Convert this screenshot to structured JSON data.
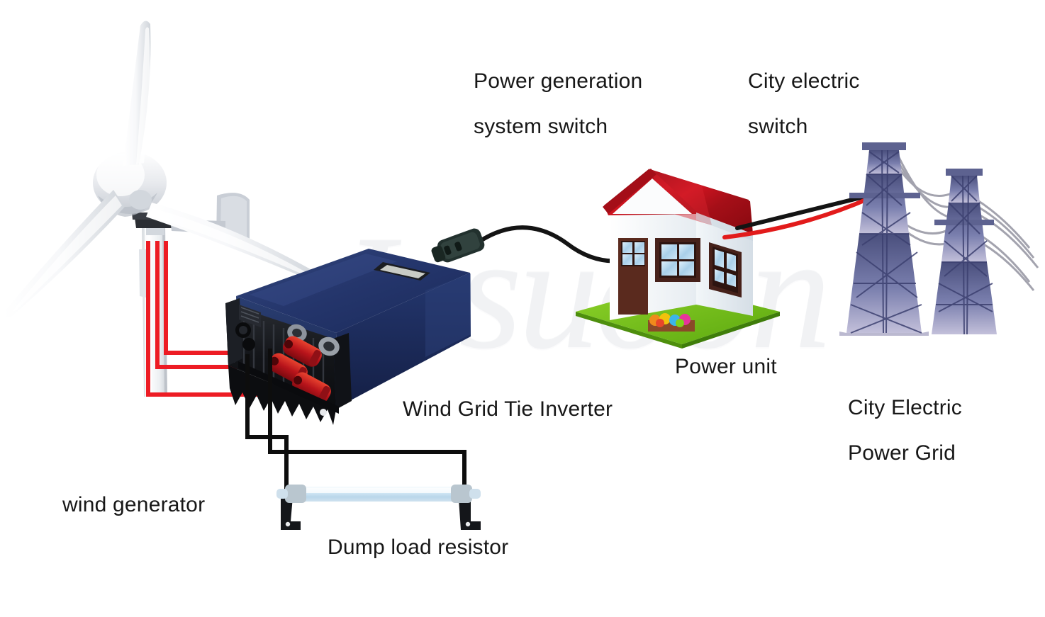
{
  "diagram": {
    "title": "Wind turbine grid-tie system wiring diagram",
    "background": "#ffffff",
    "watermark": "Jesuoon"
  },
  "labels": {
    "power_generation_switch": "Power generation\nsystem switch",
    "power_generation_switch_line1": "Power generation",
    "power_generation_switch_line2": "system switch",
    "city_electric_switch_line1": "City electric",
    "city_electric_switch_line2": "switch",
    "power_unit": "Power unit",
    "wind_grid_tie_inverter": "Wind Grid Tie Inverter",
    "city_electric_power_grid_line1": "City Electric",
    "city_electric_power_grid_line2": "Power Grid",
    "wind_generator": "wind generator",
    "dump_load_resistor": "Dump load resistor"
  },
  "components": {
    "turbine": {
      "name": "wind turbine",
      "blade_color": "#f4f5f7",
      "hub_color": "#dfe2e6",
      "mast_color": "#eef0f2"
    },
    "inverter": {
      "name": "wind grid tie inverter",
      "body_color": "#1f3163",
      "top_color": "#2c4177",
      "heatsink_color": "#15171c",
      "terminal_color": "#c41c1c",
      "display_color": "#c9ccc6"
    },
    "resistor": {
      "name": "dump load resistor",
      "tube_color": "#cfe3f2",
      "cap_color": "#b9c6cf",
      "bracket_color": "#15171c"
    },
    "house": {
      "name": "power unit house",
      "roof_color": "#b4101c",
      "wall_color": "#fdfdfd",
      "door_color": "#5a2a1e",
      "window_color": "#bcd9ef",
      "lawn_color": "#73c51c"
    },
    "pylons": {
      "name": "transmission towers",
      "tower_color": "#6b6f9a",
      "wire_color": "#9a9aa6",
      "count": 2
    },
    "plug": {
      "name": "ac plug connector",
      "color": "#22312e"
    }
  },
  "wiring": {
    "turbine_to_inverter": {
      "color": "#ed1c24",
      "count": 3,
      "label": "three phase AC red wires"
    },
    "inverter_to_resistor": {
      "color": "#0d0d0d",
      "count": 2,
      "label": "dump load black wires"
    },
    "inverter_to_house": {
      "color": "#141414",
      "count": 1,
      "label": "AC output cable"
    },
    "house_to_grid_black": {
      "color": "#141414"
    },
    "house_to_grid_red": {
      "color": "#e21b1b"
    }
  }
}
